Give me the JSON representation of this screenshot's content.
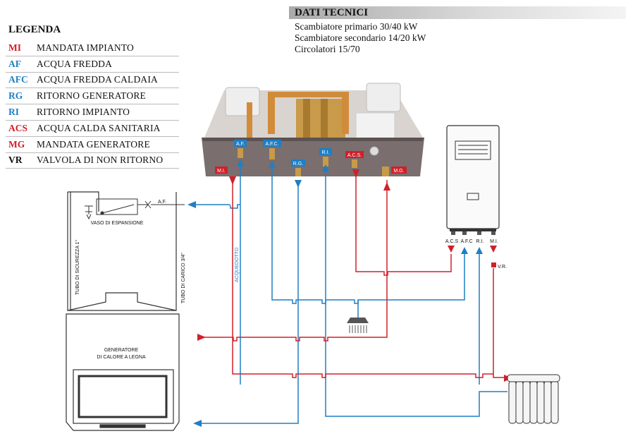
{
  "legend": {
    "title": "LEGENDA",
    "items": [
      {
        "code": "MI",
        "label": "MANDATA IMPIANTO",
        "color": "#d0202a"
      },
      {
        "code": "AF",
        "label": "ACQUA FREDDA",
        "color": "#1f7fc4"
      },
      {
        "code": "AFC",
        "label": "ACQUA FREDDA CALDAIA",
        "color": "#1f7fc4"
      },
      {
        "code": "RG",
        "label": "RITORNO GENERATORE",
        "color": "#1f7fc4"
      },
      {
        "code": "RI",
        "label": "RITORNO IMPIANTO",
        "color": "#1f7fc4"
      },
      {
        "code": "ACS",
        "label": "ACQUA CALDA SANITARIA",
        "color": "#d0202a"
      },
      {
        "code": "MG",
        "label": "MANDATA GENERATORE",
        "color": "#d0202a"
      },
      {
        "code": "VR",
        "label": "VALVOLA DI NON RITORNO",
        "color": "#111111"
      }
    ]
  },
  "tech": {
    "title": "DATI TECNICI",
    "lines": [
      "Scambiatore primario 30/40 kW",
      "Scambiatore secondario 14/20 kW",
      "Circolatori 15/70"
    ]
  },
  "module_ports": {
    "af": "A.F.",
    "afc": "A.F.C.",
    "rg": "R.G.",
    "ri": "R.I.",
    "acs": "A.C.S.",
    "mi": "M.I.",
    "mg": "M.G."
  },
  "boiler_ports": {
    "acs": "A.C.S",
    "afc": "A.F.C",
    "ri": "R.I.",
    "mi": "M.I."
  },
  "labels": {
    "vaso": "VASO DI ESPANSIONE",
    "af_tank": "A.F.",
    "tubo_sicurezza": "TUBO DI SICUREZZA 1\"",
    "tubo_carico": "TUBO DI CARICO 3/4\"",
    "acquedotto": "ACQUEDOTTO",
    "generatore_1": "GENERATORE",
    "generatore_2": "DI CALORE A LEGNA",
    "vr": "V.R."
  },
  "colors": {
    "hot": "#d0202a",
    "cold": "#1f7fc4",
    "module_body": "#7a6e6e"
  }
}
